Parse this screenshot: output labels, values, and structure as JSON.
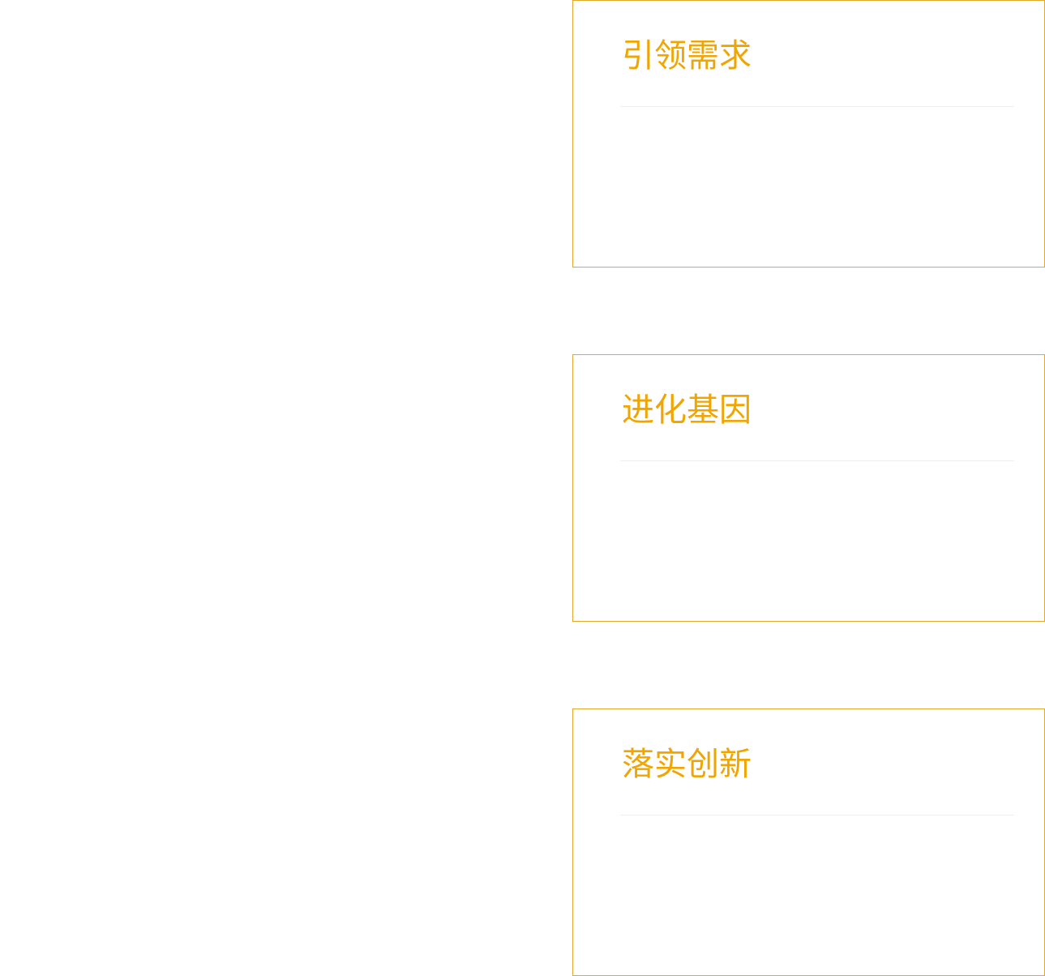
{
  "colors": {
    "accent": "#f0a500",
    "card_border": "#e3a92d",
    "divider": "#eeeeee",
    "background": "#ffffff"
  },
  "cards": [
    {
      "title": "引领需求"
    },
    {
      "title": "进化基因"
    },
    {
      "title": "落实创新"
    }
  ]
}
